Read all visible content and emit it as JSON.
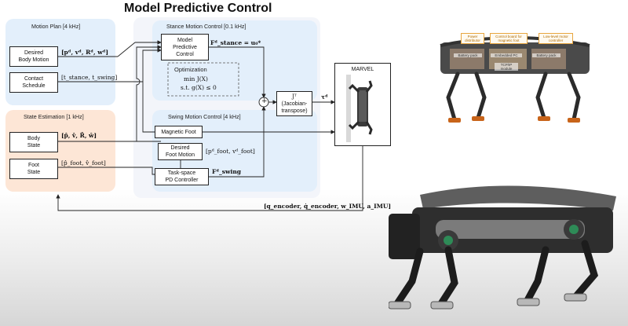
{
  "title": "Model Predictive Control",
  "motion_plan": {
    "label": "Motion Plan [4 kHz]",
    "desired": [
      "Desired",
      "Body Motion"
    ],
    "contact": [
      "Contact",
      "Schedule"
    ],
    "desired_eq": "[pᵈ, vᵈ, Rᵈ, wᵈ]",
    "contact_eq": "[t_stance, t_swing]"
  },
  "stance": {
    "label": "Stance Motion Control [0.1 kHz]",
    "mpc": [
      "Model",
      "Predictive",
      "Control"
    ],
    "force_eq": "Fᵈ_stance = u₀*",
    "opt_title": "Optimization",
    "opt_line1": "min  J(X)",
    "opt_line2": "s.t.  g(X) ≤ 0"
  },
  "state_est": {
    "label": "State Estimation [1 kHz]",
    "body": [
      "Body",
      "State"
    ],
    "foot": [
      "Foot",
      "State"
    ],
    "body_eq": "[p̂, v̂, R̂, ŵ]",
    "foot_eq": "[p̂_foot, v̂_foot]"
  },
  "swing": {
    "label": "Swing Motion Control [4 kHz]",
    "magnetic": "Magnetic Foot",
    "desired_foot": [
      "Desired",
      "Foot Motion"
    ],
    "pd": [
      "Task-space",
      "PD Controller"
    ],
    "foot_eq": "[pᵈ_foot, vᵈ_foot]",
    "force_eq": "Fᵈ_swing"
  },
  "sum_symbol": "+",
  "jacobian": [
    "Jᵀ",
    "(Jacobian-",
    "transpose)"
  ],
  "tau": "τᵈ",
  "marvel": "MARVEL",
  "feedback_eq": "[q_encoder, q̇_encoder, w_IMU, a_IMU]",
  "robot_top": {
    "callouts": [
      "Power distributor",
      "Control board for magnetic foot",
      "Low-level motor controller"
    ],
    "labels": [
      "Battery pack",
      "Embedded PC",
      "Battery pack",
      "TCP/IP module"
    ]
  },
  "colors": {
    "blue_panel": "#e3effb",
    "orange_panel": "#fde6d6",
    "outer_panel": "#f3f5fa",
    "callout": "#e8a640"
  }
}
